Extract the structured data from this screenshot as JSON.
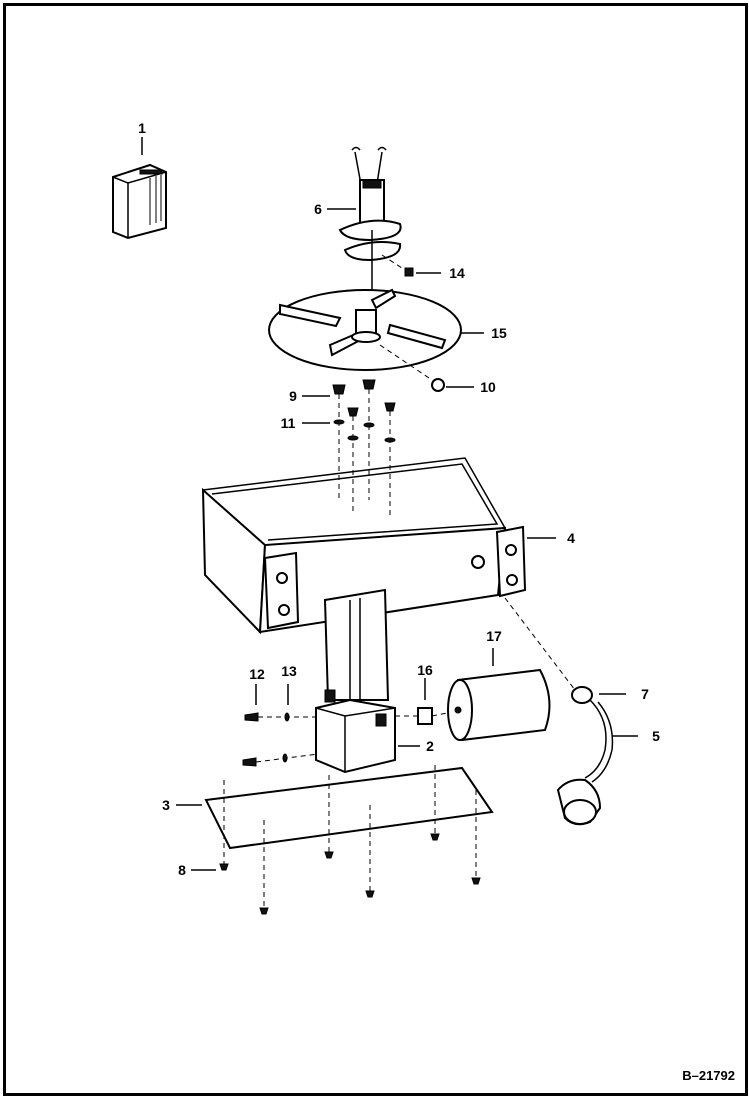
{
  "diagram": {
    "figure_id": "B–21792",
    "callouts": {
      "c1": "1",
      "c2": "2",
      "c3": "3",
      "c4": "4",
      "c5": "5",
      "c6": "6",
      "c7": "7",
      "c8": "8",
      "c9": "9",
      "c10": "10",
      "c11": "11",
      "c12": "12",
      "c13": "13",
      "c14": "14",
      "c15": "15",
      "c16": "16",
      "c17": "17"
    }
  }
}
